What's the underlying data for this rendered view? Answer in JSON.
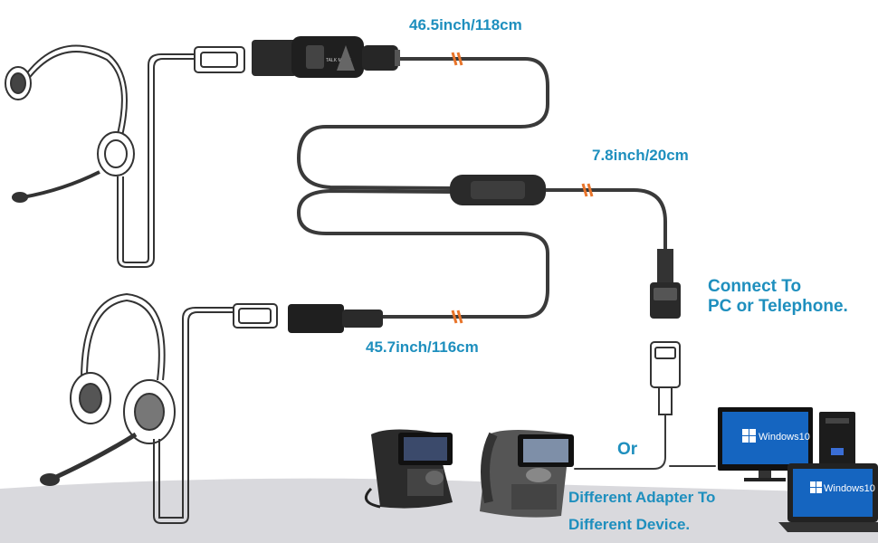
{
  "labels": {
    "cable_top_length": "46.5inch/118cm",
    "cable_branch_length": "7.8inch/20cm",
    "cable_bottom_length": "45.7inch/116cm",
    "connect_line1": "Connect To",
    "connect_line2": "PC or Telephone.",
    "or_text": "Or",
    "adapter_line1": "Different Adapter To",
    "adapter_line2": "Different Device."
  },
  "devices": {
    "monitor_os": "Windows10",
    "laptop_os": "Windows10",
    "mute_switch_text": "TALK MUTE"
  },
  "colors": {
    "label_blue": "#1e8fbe",
    "cable": "#3a3a3a",
    "marker_orange": "#e8742a",
    "floor": "#d9d9dd",
    "windows_blue": "#1565c0"
  }
}
